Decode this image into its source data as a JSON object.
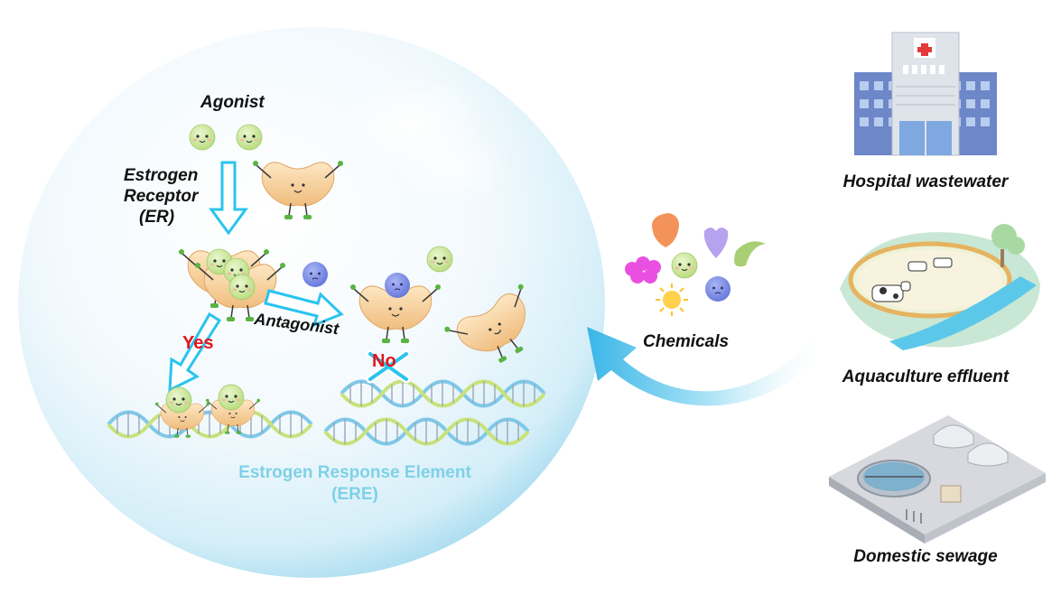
{
  "bubble": {
    "agonist_label": "Agonist",
    "receptor_label_line1": "Estrogen",
    "receptor_label_line2": "Receptor",
    "receptor_label_line3": "(ER)",
    "antagonist_label": "Antagonist",
    "yes_label": "Yes",
    "no_label": "No",
    "ere_line1": "Estrogen Response Element",
    "ere_line2": "(ERE)"
  },
  "chemicals_label": "Chemicals",
  "sources": [
    {
      "label": "Hospital wastewater",
      "icon": "hospital-icon"
    },
    {
      "label": "Aquaculture effluent",
      "icon": "farm-icon"
    },
    {
      "label": "Domestic sewage",
      "icon": "sewage-plant-icon"
    }
  ],
  "colors": {
    "arrow_cyan": "#29c4ef",
    "agonist_green": "#c9e79a",
    "antagonist_blue": "#7f8fe6",
    "receptor_tan": "#f8d6a4",
    "no_red": "#e4141b"
  }
}
